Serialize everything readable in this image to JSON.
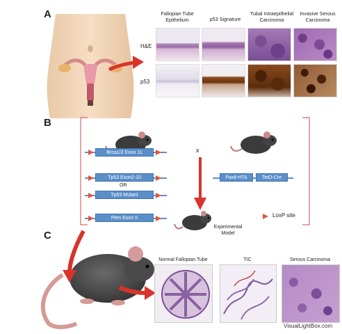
{
  "panels": {
    "a": "A",
    "b": "B",
    "c": "C"
  },
  "panel_a": {
    "columns": [
      "Fallopian Tube\nEpithelium",
      "p53 Signature",
      "Tubal Intraepithelial\nCarcinoma",
      "Invasive Serous\nCarcinoma"
    ],
    "rows": [
      "H&E",
      "p53"
    ]
  },
  "panel_b": {
    "cross": "x",
    "alleles_left": [
      "Brca1/2 Exon 11",
      "Tp53 Exon2-10",
      "OR",
      "Tp53 Mutant",
      "Pten Exon 5"
    ],
    "alleles_right": [
      "Pax8-rtTA",
      "TetO-Cre"
    ],
    "offspring": "Experimental\nModel",
    "legend": "LoxP site"
  },
  "panel_c": {
    "images": [
      "Normal Fallopian Tube",
      "TIC",
      "Serous Carcinoma"
    ]
  },
  "watermark": "VisualLightBox.com",
  "colors": {
    "loxp": "#e3563c",
    "gene_box": "#5b8fc9",
    "bracket": "#d66a6a",
    "arrow": "#d9342b"
  }
}
